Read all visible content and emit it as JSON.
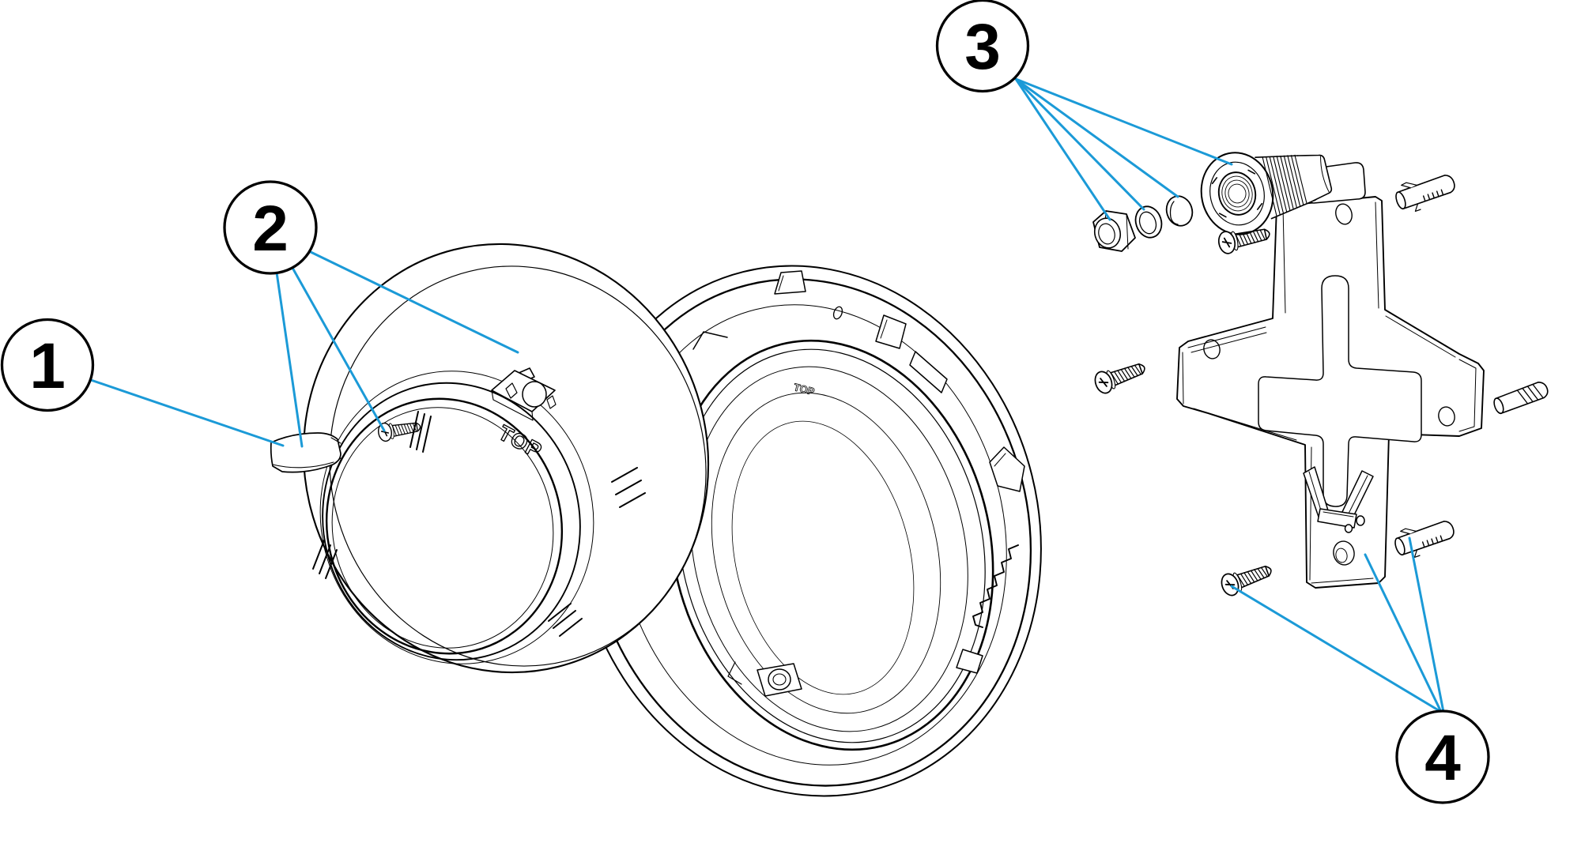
{
  "callouts": [
    {
      "label": "1"
    },
    {
      "label": "2"
    },
    {
      "label": "3"
    },
    {
      "label": "4"
    }
  ],
  "markings": {
    "trim_ring": "TOP",
    "niche_body": "TOP"
  },
  "colors": {
    "leader_line": "#1b9ad7",
    "line_art": "#000000",
    "background": "#ffffff"
  }
}
